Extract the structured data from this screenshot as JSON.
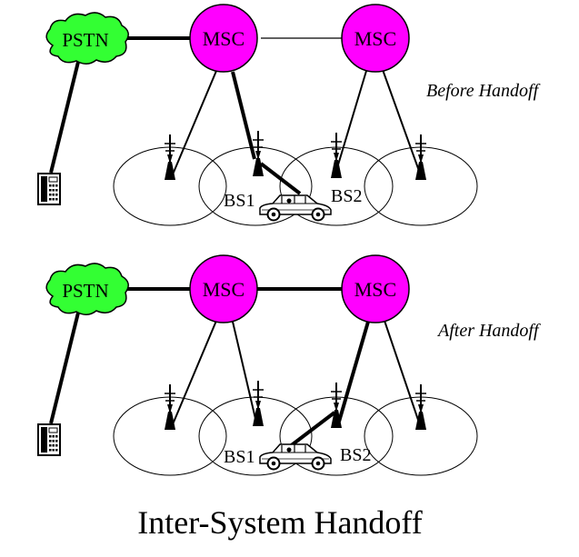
{
  "title": "Inter-System Handoff",
  "colors": {
    "msc": "#ff00ff",
    "pstn": "#33ff33",
    "line": "#000000",
    "background": "#ffffff"
  },
  "icons": [
    "cloud-icon",
    "tower-icon",
    "phone-icon",
    "car-icon"
  ],
  "panels": [
    {
      "caption": "Before Handoff",
      "pstn_label": "PSTN",
      "msc_labels": [
        "MSC",
        "MSC"
      ],
      "bs_labels": [
        "BS1",
        "BS2"
      ]
    },
    {
      "caption": "After Handoff",
      "pstn_label": "PSTN",
      "msc_labels": [
        "MSC",
        "MSC"
      ],
      "bs_labels": [
        "BS1",
        "BS2"
      ]
    }
  ]
}
